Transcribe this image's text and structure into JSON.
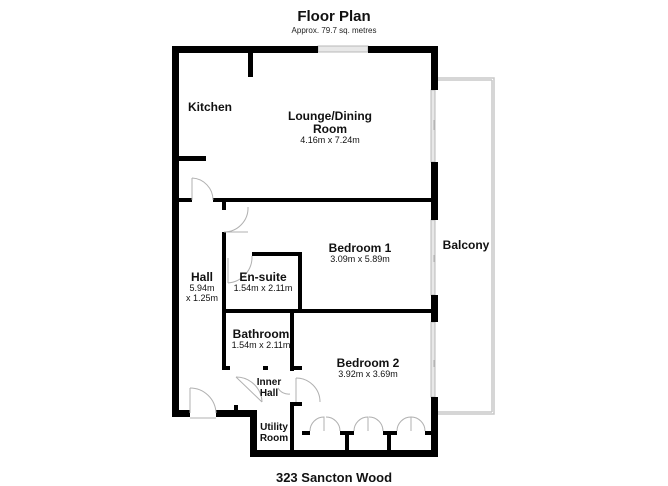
{
  "header": {
    "title": "Floor Plan",
    "subtitle": "Approx. 79.7 sq. metres"
  },
  "rooms": [
    {
      "id": "kitchen",
      "name": "Kitchen",
      "dims": ""
    },
    {
      "id": "lounge",
      "name": "Lounge/Dining Room",
      "name_line1": "Lounge/Dining",
      "name_line2": "Room",
      "dims": "4.16m x 7.24m"
    },
    {
      "id": "hall",
      "name": "Hall",
      "dims_line1": "5.94m",
      "dims_line2": "x 1.25m"
    },
    {
      "id": "ensuite",
      "name": "En-suite",
      "dims": "1.54m x 2.11m"
    },
    {
      "id": "bedroom1",
      "name": "Bedroom 1",
      "dims": "3.09m x 5.89m"
    },
    {
      "id": "bathroom",
      "name": "Bathroom",
      "dims": "1.54m x 2.11m"
    },
    {
      "id": "innerhall",
      "name_line1": "Inner",
      "name_line2": "Hall"
    },
    {
      "id": "utility",
      "name_line1": "Utility",
      "name_line2": "Room"
    },
    {
      "id": "bedroom2",
      "name": "Bedroom 2",
      "dims": "3.92m x 3.69m"
    },
    {
      "id": "balcony",
      "name": "Balcony"
    }
  ],
  "footer": {
    "address": "323 Sancton Wood"
  },
  "colors": {
    "wall": "#000000",
    "window": "#c8c8c8",
    "door_arc": "#b0b0b0"
  }
}
